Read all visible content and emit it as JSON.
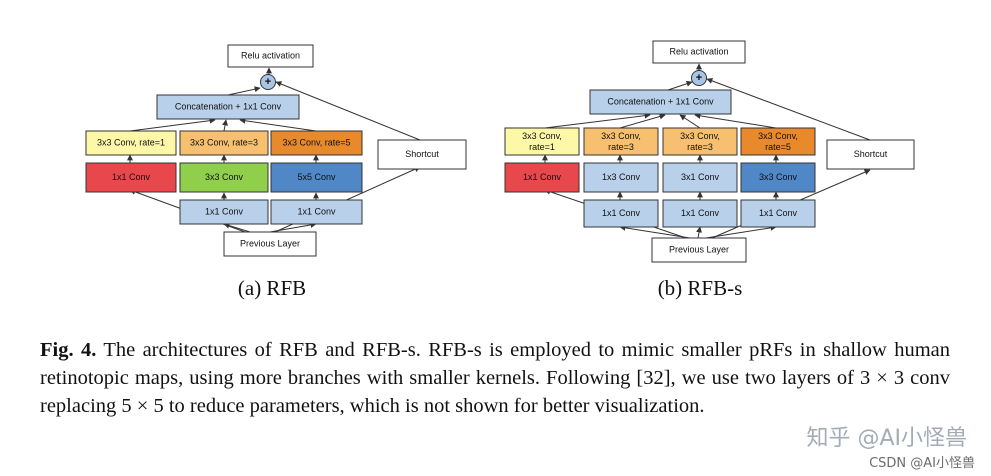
{
  "colors": {
    "red": "#e8484b",
    "green": "#8fcf4c",
    "blue_dark": "#4f87c7",
    "blue_light": "#b8d0ea",
    "yellow_light": "#fdf8a8",
    "orange_light": "#f7c070",
    "orange_dark": "#e8892c",
    "plus_circle": "#a9c5e6"
  },
  "rfb": {
    "relu": "Relu activation",
    "plus": "+",
    "concat": "Concatenation + 1x1 Conv",
    "dil1": "3x3 Conv, rate=1",
    "dil3": "3x3 Conv, rate=3",
    "dil5": "3x3 Conv, rate=5",
    "conv1": "1x1 Conv",
    "conv3": "3x3 Conv",
    "conv5": "5x5 Conv",
    "base_left": "1x1 Conv",
    "base_right": "1x1 Conv",
    "shortcut": "Shortcut",
    "prev": "Previous Layer",
    "sublabel": "(a) RFB"
  },
  "rfbs": {
    "relu": "Relu activation",
    "plus": "+",
    "concat": "Concatenation + 1x1 Conv",
    "dil1_l1": "3x3 Conv,",
    "dil1_l2": "rate=1",
    "dil3a_l1": "3x3 Conv,",
    "dil3a_l2": "rate=3",
    "dil3b_l1": "3x3 Conv,",
    "dil3b_l2": "rate=3",
    "dil5_l1": "3x3 Conv,",
    "dil5_l2": "rate=5",
    "mid1": "1x1 Conv",
    "mid2": "1x3 Conv",
    "mid3": "3x1 Conv",
    "mid4": "3x3 Conv",
    "base1": "1x1 Conv",
    "base2": "1x1 Conv",
    "base3": "1x1 Conv",
    "shortcut": "Shortcut",
    "prev": "Previous Layer",
    "sublabel": "(b) RFB-s"
  },
  "caption": {
    "label": "Fig. 4.",
    "text": " The architectures of RFB and RFB-s. RFB-s is employed to mimic smaller pRFs in shallow human retinotopic maps, using more branches with smaller kernels. Following [32], we use two layers of 3 × 3 conv replacing 5 × 5 to reduce parameters, which is not shown for better visualization."
  },
  "watermark": {
    "zhihu": "知乎 @AI小怪兽",
    "csdn": "CSDN @AI小怪兽"
  }
}
